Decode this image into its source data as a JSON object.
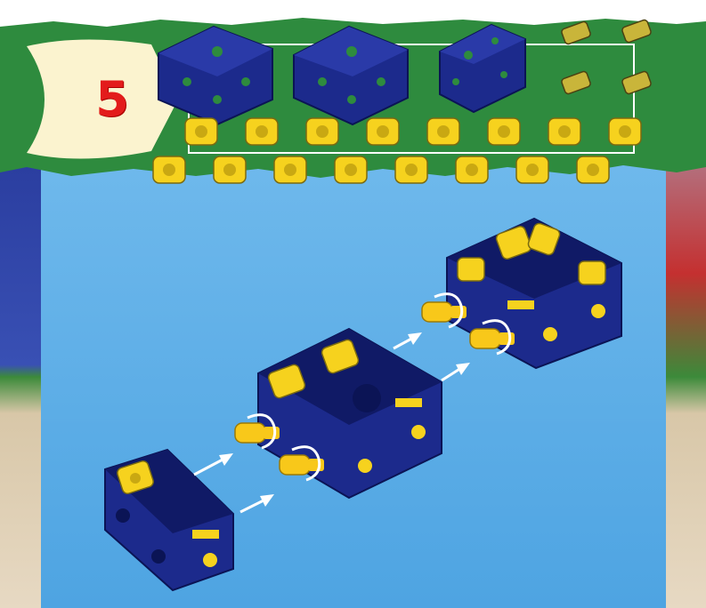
{
  "step": {
    "number": "5"
  },
  "parts": {
    "blue_blocks": [
      {
        "kind": "cube-2x2-block",
        "count": 1
      },
      {
        "kind": "cube-2x2-block",
        "count": 1
      },
      {
        "kind": "cube-2x1-block",
        "count": 1
      }
    ],
    "screws": {
      "count": 4
    },
    "square_nuts": {
      "count": 16
    }
  },
  "colors": {
    "banner_green": "#2e8b3e",
    "sky_blue": "#5fb0e6",
    "block_blue": "#1c2a8c",
    "part_yellow": "#f6d21e",
    "arrow_white": "#ffffff",
    "number_red": "#e31b1b",
    "bubble_cream": "#fbf3cf"
  },
  "icons": [
    "arrow-right-icon",
    "rotate-arrow-icon",
    "screw-icon",
    "nut-icon",
    "block-icon"
  ]
}
